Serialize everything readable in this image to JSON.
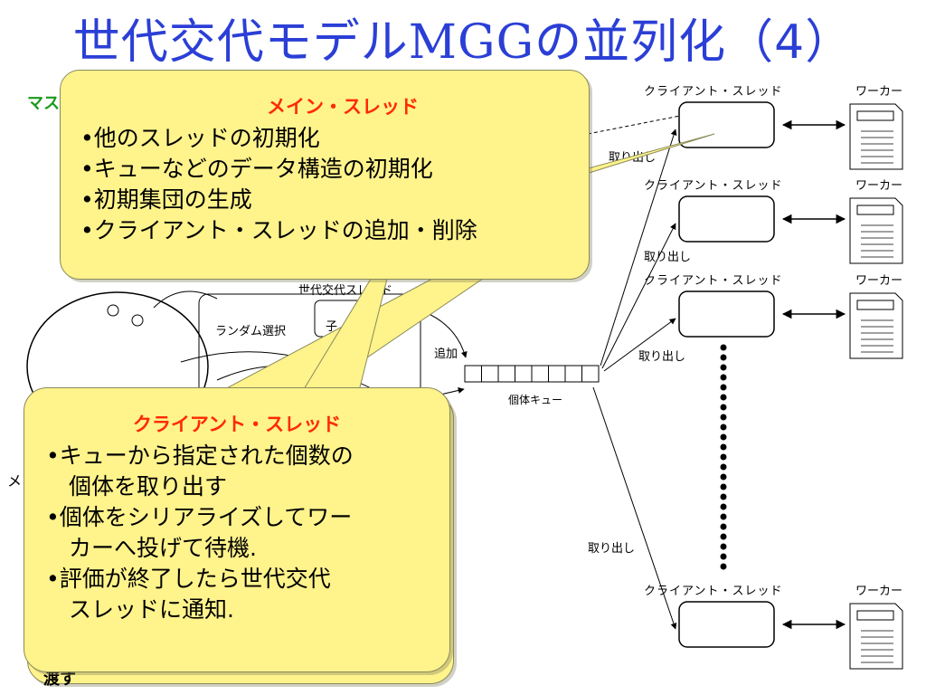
{
  "title": {
    "prefix": "世代交代モデル",
    "latin": "MGG",
    "suffix": "の並列化（4）"
  },
  "background_labels": {
    "master_fragment": "マス",
    "gen_thread_fragment": "世代交代スレッド",
    "random_select": "ランダム選択",
    "child_fragment": "子",
    "add": "追加",
    "left_fragment": "メ",
    "bottom_fragment": "渡す"
  },
  "queue": {
    "label": "個体キュー",
    "cells": 8
  },
  "clients": [
    {
      "label": "クライアント・スレッド",
      "take_label": "取り出し"
    },
    {
      "label": "クライアント・スレッド",
      "take_label": "取り出し"
    },
    {
      "label": "クライアント・スレッド",
      "take_label": "取り出し"
    },
    {
      "label": "クライアント・スレッド",
      "take_label": "取り出し"
    }
  ],
  "worker_label": "ワーカー",
  "callouts": {
    "main": {
      "heading": "メイン・スレッド",
      "items": [
        "•他のスレッドの初期化",
        "•キューなどのデータ構造の初期化",
        "•初期集団の生成",
        "•クライアント・スレッドの追加・削除"
      ]
    },
    "client": {
      "heading": "クライアント・スレッド",
      "items": [
        "•キューから指定された個数の",
        "　個体を取り出す",
        "•個体をシリアライズしてワー",
        "　カーへ投げて待機.",
        "•評価が終了したら世代交代",
        "　スレッドに通知."
      ]
    }
  },
  "colors": {
    "title": "#2b3fd6",
    "callout_fill": "#fff38c",
    "callout_heading": "#ff2a00",
    "master": "#1a9a1a"
  }
}
